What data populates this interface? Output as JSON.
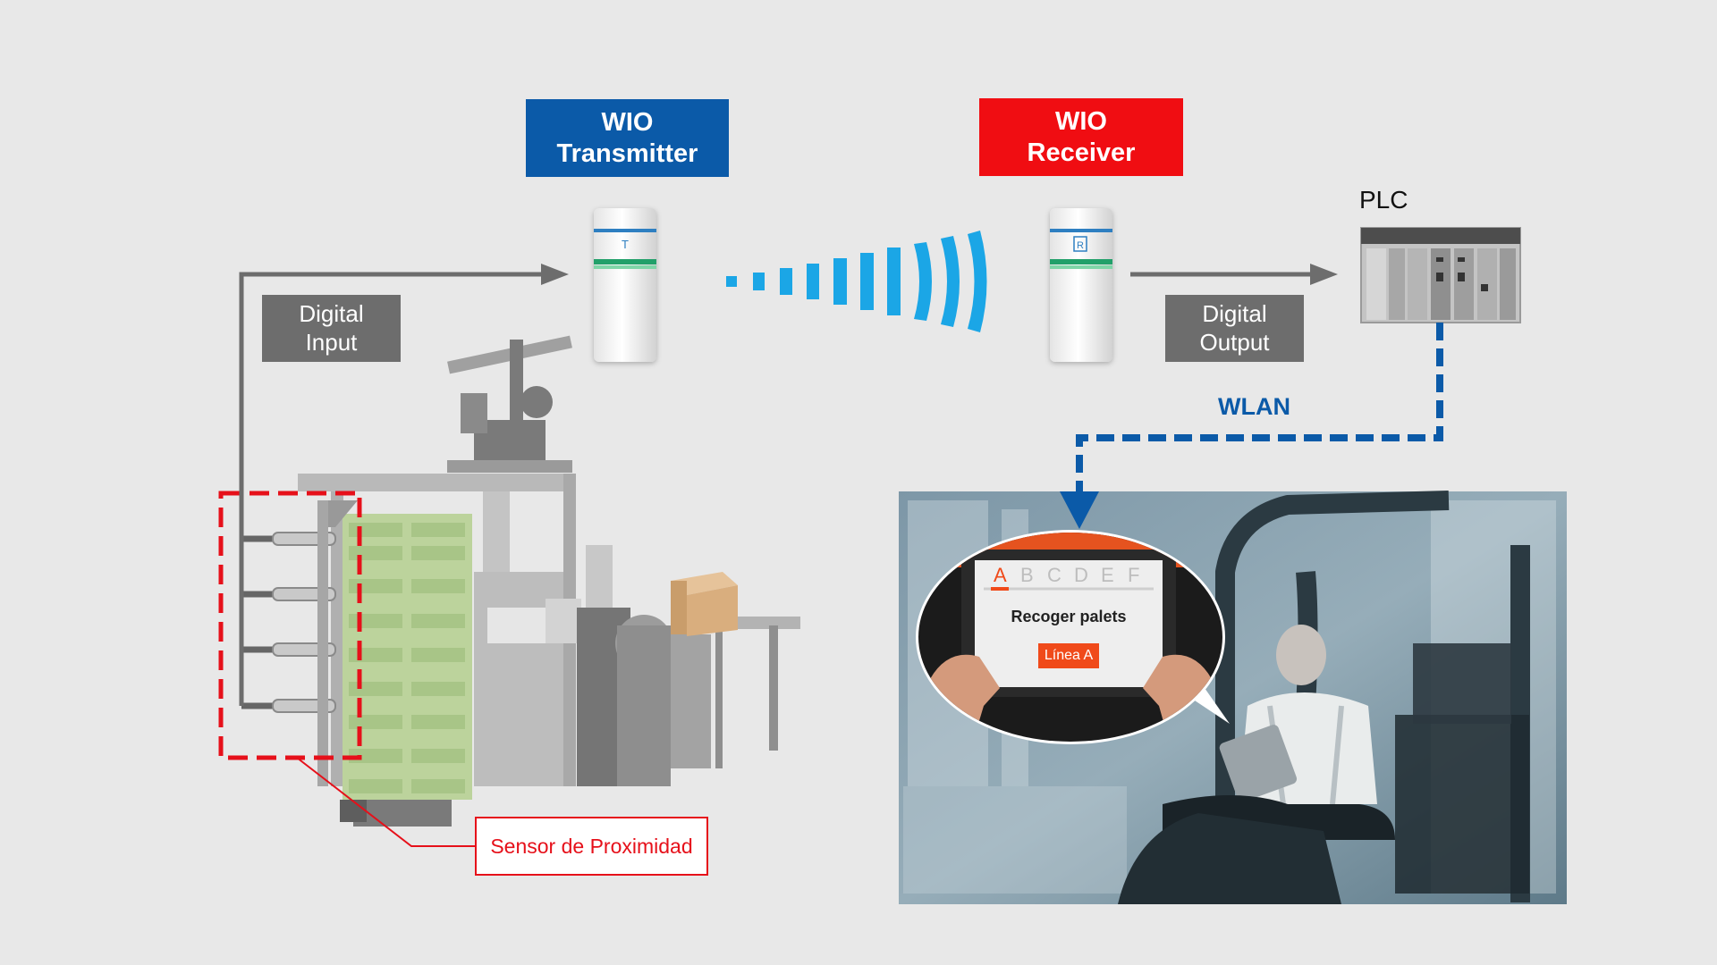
{
  "transmitter": {
    "line1": "WIO",
    "line2": "Transmitter"
  },
  "receiver": {
    "line1": "WIO",
    "line2": "Receiver"
  },
  "digital_input": {
    "line1": "Digital",
    "line2": "Input"
  },
  "digital_output": {
    "line1": "Digital",
    "line2": "Output"
  },
  "plc_label": "PLC",
  "wlan_label": "WLAN",
  "sensor_label": "Sensor de Proximidad",
  "tablet": {
    "tabs": [
      "A",
      "B",
      "C",
      "D",
      "E",
      "F"
    ],
    "active_tab": "A",
    "task": "Recoger palets",
    "button": "Línea A"
  },
  "colors": {
    "transmitter_bg": "#0b5aa8",
    "receiver_bg": "#f00d12",
    "io_box_bg": "#6d6d6d",
    "signal_wave": "#1ba6e6",
    "wlan_line": "#0b5aa8",
    "sensor_highlight": "#e6101a",
    "tablet_accent": "#f04a1a"
  },
  "icons": [
    "wio-transmitter-device",
    "wio-receiver-device",
    "plc-rack",
    "signal-wave",
    "forklift-tablet-photo",
    "palletizer-machine",
    "proximity-sensor"
  ]
}
